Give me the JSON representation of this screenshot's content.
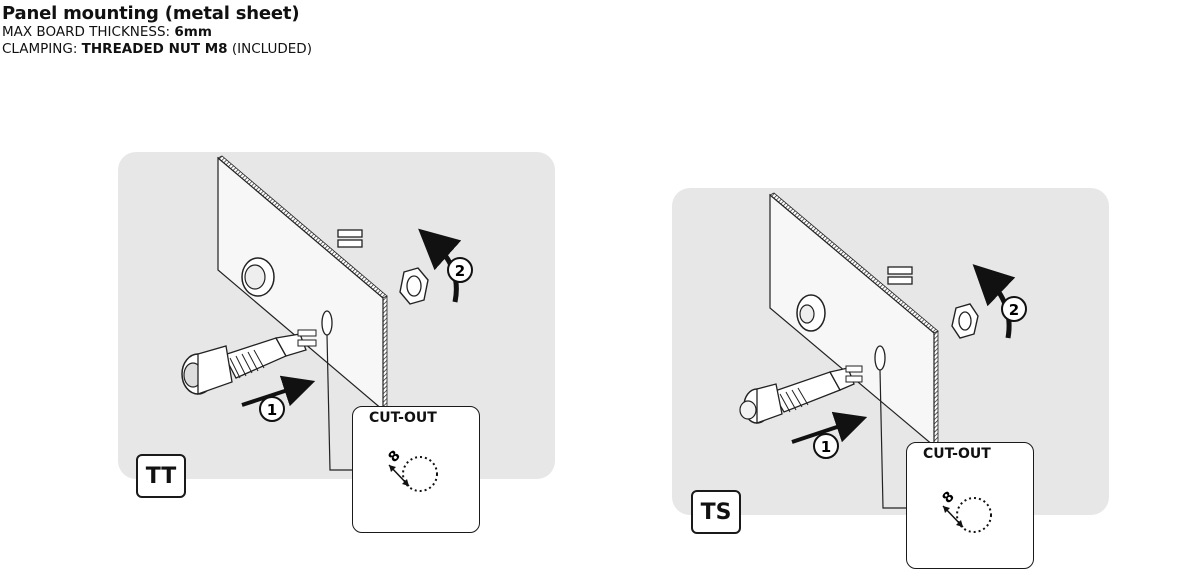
{
  "header": {
    "title": "Panel mounting (metal sheet)",
    "thickness_label": "MAX BOARD THICKNESS: ",
    "thickness_value": "6mm",
    "clamping_label": "CLAMPING: ",
    "clamping_value": "THREADED NUT M8",
    "clamping_note": " (INCLUDED)"
  },
  "left": {
    "variant": "TT",
    "cutout_title": "CUT-OUT",
    "cutout_diameter": "8",
    "step1": "1",
    "step2": "2"
  },
  "right": {
    "variant": "TS",
    "cutout_title": "CUT-OUT",
    "cutout_diameter": "8",
    "step1": "1",
    "step2": "2"
  }
}
